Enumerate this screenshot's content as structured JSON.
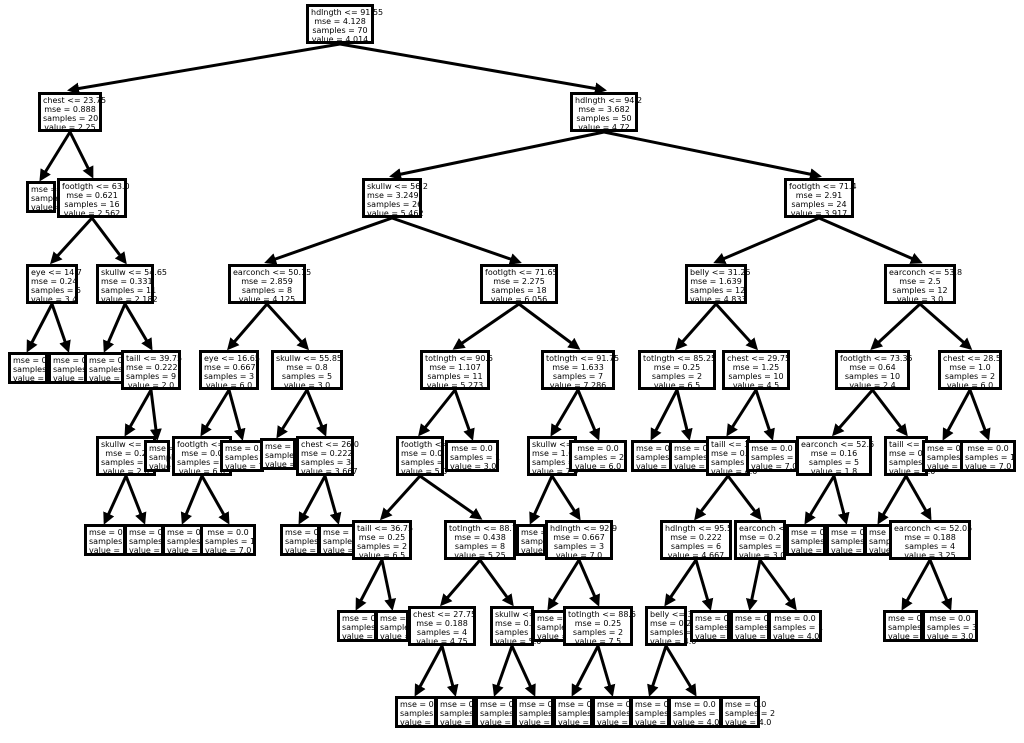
{
  "tree": {
    "line_color": "#000000",
    "border_color": "#000000",
    "nodes": [
      {
        "id": "n0",
        "lines": [
          "hdlngth <= 91.55",
          "mse = 4.128",
          "samples = 70",
          "value = 4.014"
        ]
      },
      {
        "id": "n1",
        "lines": [
          "chest <= 23.75",
          "mse = 0.888",
          "samples = 20",
          "value = 2.25"
        ]
      },
      {
        "id": "n2",
        "lines": [
          "hdlngth <= 94.2",
          "mse = 3.682",
          "samples = 50",
          "value = 4.72"
        ]
      },
      {
        "id": "n3",
        "lines": [
          "mse = 0.0",
          "samples = 4",
          "value = 1.0"
        ]
      },
      {
        "id": "n4",
        "lines": [
          "footlgth <= 63.0",
          "mse = 0.621",
          "samples = 16",
          "value = 2.562"
        ]
      },
      {
        "id": "n5",
        "lines": [
          "skullw <= 56.2",
          "mse = 3.249",
          "samples = 26",
          "value = 5.462"
        ]
      },
      {
        "id": "n6",
        "lines": [
          "footlgth <= 71.4",
          "mse = 2.91",
          "samples = 24",
          "value = 3.917"
        ]
      },
      {
        "id": "n7",
        "lines": [
          "eye <= 14.7",
          "mse = 0.24",
          "samples = 5",
          "value = 3.4"
        ]
      },
      {
        "id": "n8",
        "lines": [
          "skullw <= 54.65",
          "mse = 0.331",
          "samples = 11",
          "value = 2.182"
        ]
      },
      {
        "id": "n9",
        "lines": [
          "earconch <= 50.15",
          "mse = 2.859",
          "samples = 8",
          "value = 4.125"
        ]
      },
      {
        "id": "n10",
        "lines": [
          "footlgth <= 71.65",
          "mse = 2.275",
          "samples = 18",
          "value = 6.056"
        ]
      },
      {
        "id": "n11",
        "lines": [
          "belly <= 31.25",
          "mse = 1.639",
          "samples = 12",
          "value = 4.833"
        ]
      },
      {
        "id": "n12",
        "lines": [
          "earconch <= 53.8",
          "mse = 2.5",
          "samples = 12",
          "value = 3.0"
        ]
      },
      {
        "id": "n13",
        "lines": [
          "mse = 0.0",
          "samples = 2",
          "value = 4.0"
        ]
      },
      {
        "id": "n14",
        "lines": [
          "mse = 0.0",
          "samples = 3",
          "value = 3.0"
        ]
      },
      {
        "id": "n15",
        "lines": [
          "mse = 0.0",
          "samples = 2",
          "value = 1.0"
        ]
      },
      {
        "id": "n16",
        "lines": [
          "taill <= 39.75",
          "mse = 0.222",
          "samples = 9",
          "value = 2.0"
        ]
      },
      {
        "id": "n17",
        "lines": [
          "eye <= 16.65",
          "mse = 0.667",
          "samples = 3",
          "value = 6.0"
        ]
      },
      {
        "id": "n18",
        "lines": [
          "skullw <= 55.85",
          "mse = 0.8",
          "samples = 5",
          "value = 3.0"
        ]
      },
      {
        "id": "n19",
        "lines": [
          "totlngth <= 90.5",
          "mse = 1.107",
          "samples = 11",
          "value = 5.273"
        ]
      },
      {
        "id": "n20",
        "lines": [
          "totlngth <= 91.75",
          "mse = 1.633",
          "samples = 7",
          "value = 7.286"
        ]
      },
      {
        "id": "n21",
        "lines": [
          "totlngth <= 85.25",
          "mse = 0.25",
          "samples = 2",
          "value = 6.5"
        ]
      },
      {
        "id": "n22",
        "lines": [
          "chest <= 29.75",
          "mse = 1.25",
          "samples = 10",
          "value = 4.5"
        ]
      },
      {
        "id": "n23",
        "lines": [
          "footlgth <= 73.35",
          "mse = 0.64",
          "samples = 10",
          "value = 2.4"
        ]
      },
      {
        "id": "n24",
        "lines": [
          "chest <= 28.5",
          "mse = 1.0",
          "samples = 2",
          "value = 6.0"
        ]
      },
      {
        "id": "n25",
        "lines": [
          "skullw <= 0.0",
          "mse = 0.2",
          "samples = 1",
          "value = 2.0"
        ]
      },
      {
        "id": "n26",
        "lines": [
          "mse = 0.0",
          "samples = 1",
          "value = 1.0"
        ]
      },
      {
        "id": "n27",
        "lines": [
          "footlgth <= 0.0",
          "mse = 0.0",
          "samples = 1",
          "value = 6.0"
        ]
      },
      {
        "id": "n28",
        "lines": [
          "mse = 0.0",
          "samples = 1",
          "value = 7.0"
        ]
      },
      {
        "id": "n29",
        "lines": [
          "mse = 0.0",
          "samples = 2",
          "value = 2.0"
        ]
      },
      {
        "id": "n30",
        "lines": [
          "chest <= 26.0",
          "mse = 0.222",
          "samples = 3",
          "value = 3.667"
        ]
      },
      {
        "id": "n31",
        "lines": [
          "footlgth <= 0.0",
          "mse = 0.0",
          "samples = 1",
          "value = 5.0"
        ]
      },
      {
        "id": "n32",
        "lines": [
          "mse = 0.0",
          "samples = 1",
          "value = 3.0"
        ]
      },
      {
        "id": "n33",
        "lines": [
          "skullw <= 1.0",
          "mse = 1.0",
          "samples = 5",
          "value = 7.0"
        ]
      },
      {
        "id": "n34",
        "lines": [
          "mse = 0.0",
          "samples = 2",
          "value = 6.0"
        ]
      },
      {
        "id": "n35",
        "lines": [
          "mse = 0.0",
          "samples = 2",
          "value = 6.0"
        ]
      },
      {
        "id": "n36",
        "lines": [
          "mse = 0.0",
          "samples = 1",
          "value = 7.0"
        ]
      },
      {
        "id": "n37",
        "lines": [
          "taill <= 3",
          "mse = 0.0",
          "samples = 4",
          "value = 4.0"
        ]
      },
      {
        "id": "n38",
        "lines": [
          "mse = 0.0",
          "samples = 1",
          "value = 7.0"
        ]
      },
      {
        "id": "n39",
        "lines": [
          "earconch <= 52.6",
          "mse = 0.16",
          "samples = 5",
          "value = 1.8"
        ]
      },
      {
        "id": "n40",
        "lines": [
          "taill <= 3",
          "mse = 0.0",
          "samples = 1",
          "value = 3.0"
        ]
      },
      {
        "id": "n41",
        "lines": [
          "mse = 0.0",
          "samples = 1",
          "value = 5.0"
        ]
      },
      {
        "id": "n42",
        "lines": [
          "mse = 0.0",
          "samples = 1",
          "value = 7.0"
        ]
      },
      {
        "id": "n43",
        "lines": [
          "mse = 0.0",
          "samples = 1",
          "value = 2.0"
        ]
      },
      {
        "id": "n44",
        "lines": [
          "mse = 0.0",
          "samples = 1",
          "value = 2.0"
        ]
      },
      {
        "id": "n45",
        "lines": [
          "mse = 0.0",
          "samples = 1",
          "value = 6.0"
        ]
      },
      {
        "id": "n46",
        "lines": [
          "mse = 0.0",
          "samples = 1",
          "value = 7.0"
        ]
      },
      {
        "id": "n47",
        "lines": [
          "mse = 0.0",
          "samples = 1",
          "value = 4.0"
        ]
      },
      {
        "id": "n48",
        "lines": [
          "mse = 0.0",
          "samples = 1",
          "value = 3.0"
        ]
      },
      {
        "id": "n49",
        "lines": [
          "taill <= 36.75",
          "mse = 0.25",
          "samples = 2",
          "value = 6.5"
        ]
      },
      {
        "id": "n50",
        "lines": [
          "totlngth <= 88.75",
          "mse = 0.438",
          "samples = 8",
          "value = 5.25"
        ]
      },
      {
        "id": "n51",
        "lines": [
          "mse = 0.0",
          "samples = 1",
          "value = 6.0"
        ]
      },
      {
        "id": "n52",
        "lines": [
          "hdlngth <= 92.9",
          "mse = 0.667",
          "samples = 3",
          "value = 7.0"
        ]
      },
      {
        "id": "n53",
        "lines": [
          "hdlngth <= 95.5",
          "mse = 0.222",
          "samples = 6",
          "value = 4.667"
        ]
      },
      {
        "id": "n54",
        "lines": [
          "earconch <= 0.0",
          "mse = 0.2",
          "samples = 4",
          "value = 3.0"
        ]
      },
      {
        "id": "n55",
        "lines": [
          "mse = 0.0",
          "samples = 1",
          "value = 2.0"
        ]
      },
      {
        "id": "n56",
        "lines": [
          "mse = 0.0",
          "samples = 1",
          "value = 2.0"
        ]
      },
      {
        "id": "n57",
        "lines": [
          "mse = 0.0",
          "samples = 1",
          "value = 1.0"
        ]
      },
      {
        "id": "n58",
        "lines": [
          "earconch <= 52.05",
          "mse = 0.188",
          "samples = 4",
          "value = 3.25"
        ]
      },
      {
        "id": "n59",
        "lines": [
          "mse = 0.0",
          "samples = 1",
          "value = 6.0"
        ]
      },
      {
        "id": "n60",
        "lines": [
          "mse = 0.0",
          "samples = 1",
          "value = 7.0"
        ]
      },
      {
        "id": "n61",
        "lines": [
          "chest <= 27.75",
          "mse = 0.188",
          "samples = 4",
          "value = 4.75"
        ]
      },
      {
        "id": "n62",
        "lines": [
          "skullw <= 0.0",
          "mse = 0.0",
          "samples = 4",
          "value = 5.0"
        ]
      },
      {
        "id": "n63",
        "lines": [
          "mse = 0.0",
          "samples = 1",
          "value = 6.0"
        ]
      },
      {
        "id": "n64",
        "lines": [
          "totlngth <= 88.5",
          "mse = 0.25",
          "samples = 2",
          "value = 7.5"
        ]
      },
      {
        "id": "n65",
        "lines": [
          "belly <= 3",
          "mse = 0.2",
          "samples = 4",
          "value = 4.0"
        ]
      },
      {
        "id": "n66",
        "lines": [
          "mse = 0.0",
          "samples = 1",
          "value = 6.0"
        ]
      },
      {
        "id": "n67",
        "lines": [
          "mse = 0.0",
          "samples = 3",
          "value = 3.0"
        ]
      },
      {
        "id": "n68",
        "lines": [
          "mse = 0.0",
          "samples = 1",
          "value = 4.0"
        ]
      },
      {
        "id": "n69",
        "lines": [
          "mse = 0.0",
          "samples = 1",
          "value = 3.0"
        ]
      },
      {
        "id": "n70",
        "lines": [
          "mse = 0.0",
          "samples = 3",
          "value = 3.0"
        ]
      },
      {
        "id": "n71",
        "lines": [
          "mse = 0.0",
          "samples = 3",
          "value = 5.0"
        ]
      },
      {
        "id": "n72",
        "lines": [
          "mse = 0.0",
          "samples = 1",
          "value = 4.0"
        ]
      },
      {
        "id": "n73",
        "lines": [
          "mse = 0.0",
          "samples = 1",
          "value = 5.0"
        ]
      },
      {
        "id": "n74",
        "lines": [
          "mse = 0.0",
          "samples = 3",
          "value = 6.0"
        ]
      },
      {
        "id": "n75",
        "lines": [
          "mse = 0.0",
          "samples = 1",
          "value = 6.0"
        ]
      },
      {
        "id": "n76",
        "lines": [
          "mse = 0.0",
          "samples = 1",
          "value = 7.0"
        ]
      },
      {
        "id": "n77",
        "lines": [
          "mse = 0.0",
          "samples = 1",
          "value = 8.0"
        ]
      },
      {
        "id": "n78",
        "lines": [
          "mse = 0.0",
          "samples = 1",
          "value = 4.0"
        ]
      },
      {
        "id": "n79",
        "lines": [
          "mse = 0.0",
          "samples = 2",
          "value = 4.0"
        ]
      }
    ],
    "edges": [
      [
        "n0",
        "n1"
      ],
      [
        "n0",
        "n2"
      ],
      [
        "n1",
        "n3"
      ],
      [
        "n1",
        "n4"
      ],
      [
        "n2",
        "n5"
      ],
      [
        "n2",
        "n6"
      ],
      [
        "n4",
        "n7"
      ],
      [
        "n4",
        "n8"
      ],
      [
        "n5",
        "n9"
      ],
      [
        "n5",
        "n10"
      ],
      [
        "n6",
        "n11"
      ],
      [
        "n6",
        "n12"
      ],
      [
        "n7",
        "n13"
      ],
      [
        "n7",
        "n14"
      ],
      [
        "n8",
        "n15"
      ],
      [
        "n8",
        "n16"
      ],
      [
        "n9",
        "n17"
      ],
      [
        "n9",
        "n18"
      ],
      [
        "n10",
        "n19"
      ],
      [
        "n10",
        "n20"
      ],
      [
        "n11",
        "n21"
      ],
      [
        "n11",
        "n22"
      ],
      [
        "n12",
        "n23"
      ],
      [
        "n12",
        "n24"
      ],
      [
        "n16",
        "n25"
      ],
      [
        "n16",
        "n26"
      ],
      [
        "n17",
        "n27"
      ],
      [
        "n17",
        "n28"
      ],
      [
        "n18",
        "n29"
      ],
      [
        "n18",
        "n30"
      ],
      [
        "n19",
        "n31"
      ],
      [
        "n19",
        "n32"
      ],
      [
        "n20",
        "n33"
      ],
      [
        "n20",
        "n34"
      ],
      [
        "n21",
        "n35"
      ],
      [
        "n21",
        "n36"
      ],
      [
        "n22",
        "n37"
      ],
      [
        "n22",
        "n38"
      ],
      [
        "n23",
        "n39"
      ],
      [
        "n23",
        "n40"
      ],
      [
        "n24",
        "n41"
      ],
      [
        "n24",
        "n42"
      ],
      [
        "n25",
        "n43"
      ],
      [
        "n25",
        "n44"
      ],
      [
        "n27",
        "n45"
      ],
      [
        "n27",
        "n46"
      ],
      [
        "n30",
        "n47"
      ],
      [
        "n30",
        "n48"
      ],
      [
        "n31",
        "n49"
      ],
      [
        "n31",
        "n50"
      ],
      [
        "n33",
        "n51"
      ],
      [
        "n33",
        "n52"
      ],
      [
        "n37",
        "n53"
      ],
      [
        "n37",
        "n54"
      ],
      [
        "n39",
        "n55"
      ],
      [
        "n39",
        "n56"
      ],
      [
        "n40",
        "n57"
      ],
      [
        "n40",
        "n58"
      ],
      [
        "n49",
        "n59"
      ],
      [
        "n49",
        "n60"
      ],
      [
        "n50",
        "n61"
      ],
      [
        "n50",
        "n62"
      ],
      [
        "n52",
        "n63"
      ],
      [
        "n52",
        "n64"
      ],
      [
        "n53",
        "n65"
      ],
      [
        "n53",
        "n66"
      ],
      [
        "n54",
        "n67"
      ],
      [
        "n54",
        "n68"
      ],
      [
        "n58",
        "n69"
      ],
      [
        "n58",
        "n70"
      ],
      [
        "n61",
        "n71"
      ],
      [
        "n61",
        "n72"
      ],
      [
        "n62",
        "n73"
      ],
      [
        "n62",
        "n74"
      ],
      [
        "n64",
        "n75"
      ],
      [
        "n64",
        "n76"
      ],
      [
        "n65",
        "n77"
      ],
      [
        "n65",
        "n78"
      ]
    ]
  }
}
